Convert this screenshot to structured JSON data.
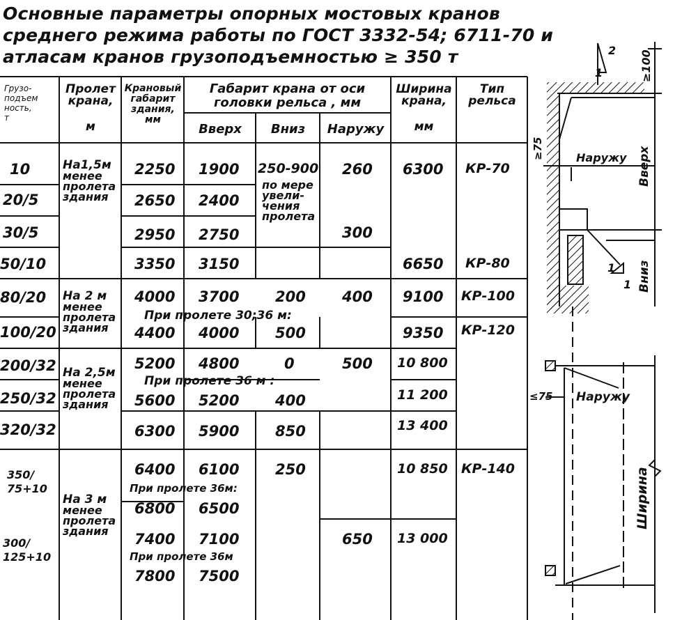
{
  "title": {
    "lines": [
      "Основные параметры опорных мостовых кранов",
      "среднего режима работы по ГОСТ 3332-54; 6711-70 и",
      "атласам кранов грузоподъемностью ≥ 350 т"
    ]
  },
  "table": {
    "headers": {
      "capacity": [
        "Грузо-",
        "подъем",
        "ность,",
        "т"
      ],
      "span": [
        "Пролет",
        "крана,",
        "м"
      ],
      "building_clearance": [
        "Крановый",
        "габарит",
        "здания,",
        "мм"
      ],
      "crane_clearance_group": [
        "Габарит крана от оси",
        "головки рельса , мм"
      ],
      "up": "Вверх",
      "down": "Вниз",
      "out": "Наружу",
      "width": [
        "Ширина",
        "крана,",
        "мм"
      ],
      "rail_type": [
        "Тип",
        "рельса"
      ]
    },
    "capacity": [
      "10",
      "20/5",
      "30/5",
      "50/10",
      "80/20",
      "100/20",
      "200/32",
      "250/32",
      "320/32",
      "350/\n75+10",
      "300/\n125+10"
    ],
    "span_notes": [
      [
        "На1,5м",
        "менее",
        "пролета",
        "здания"
      ],
      [
        "На 2 м",
        "менее",
        "пролета",
        "здания"
      ],
      [
        "На 2,5м",
        "менее",
        "пролета",
        "здания"
      ],
      [
        "На 3 м",
        "менее",
        "пролета",
        "здания"
      ]
    ],
    "building": [
      "2250",
      "2650",
      "2950",
      "3350",
      "4000",
      "4400",
      "5200",
      "5600",
      "6300",
      "6400",
      "6800",
      "7400",
      "7800"
    ],
    "up": [
      "1900",
      "2400",
      "2750",
      "3150",
      "3700",
      "4000",
      "4800",
      "5200",
      "5900",
      "6100",
      "6500",
      "7100",
      "7500"
    ],
    "down": {
      "first": "250-900",
      "first_note": [
        "по мере",
        "увели-",
        "чения",
        "пролета"
      ],
      "values": [
        "200",
        "500",
        "0",
        "400",
        "850",
        "250"
      ]
    },
    "out": [
      "260",
      "300",
      "400",
      "500",
      "650"
    ],
    "width": [
      "6300",
      "6650",
      "9100",
      "9350",
      "10 800",
      "11 200",
      "13 400",
      "10 850",
      "13 000"
    ],
    "rail": [
      "КР-70",
      "КР-80",
      "КР-100",
      "КР-120",
      "КР-140"
    ],
    "span_notes_inline": [
      "При пролете 30;36 м:",
      "При пролете 36 м :",
      "При пролете 36м:",
      "При пролете 36м"
    ]
  },
  "diagram_top": {
    "labels": {
      "tag2": "2",
      "tag1": "1",
      "tag1b": "1",
      "tag1c": "1",
      "ge100": "≥100",
      "ge75": "≥75",
      "out": "Наружу",
      "up": "Вверх",
      "down": "Вниз"
    }
  },
  "diagram_bottom": {
    "labels": {
      "le75": "≤75",
      "out": "Наружу",
      "width": "Ширина"
    }
  }
}
